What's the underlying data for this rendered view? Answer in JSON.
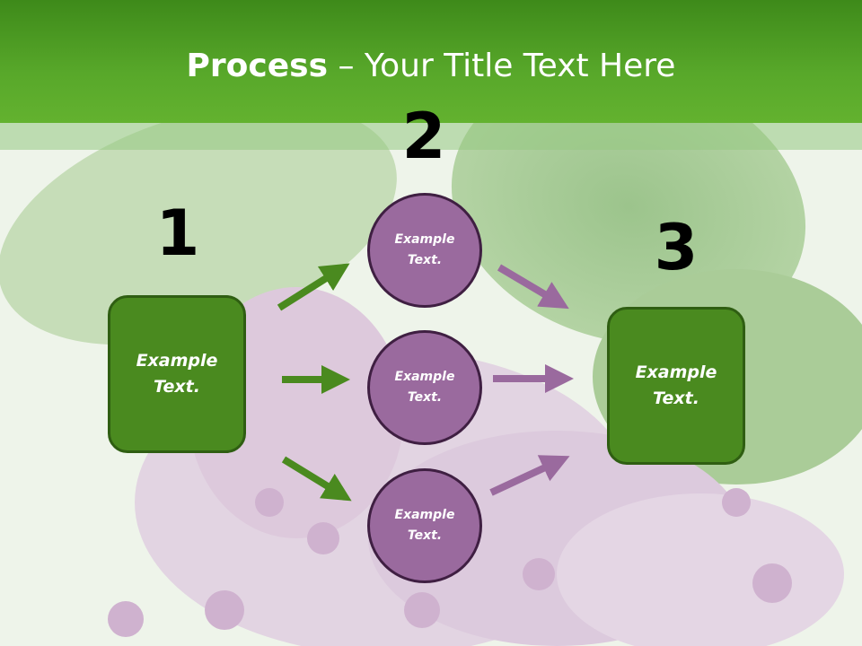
{
  "slide": {
    "title_bold": "Process",
    "title_rest": " – Your Title Text Here",
    "numbers": [
      "1",
      "2",
      "3"
    ],
    "left_box": "Example\nText.",
    "right_box": "Example\nText.",
    "circles": [
      "Example\nText.",
      "Example\nText.",
      "Example\nText."
    ]
  },
  "colors": {
    "header_green": "#4f9a24",
    "box_green": "#4a8a1f",
    "circle_purple": "#9a6a9e",
    "green_arrow": "#4a8a1f",
    "purple_arrow": "#9a6a9e"
  }
}
